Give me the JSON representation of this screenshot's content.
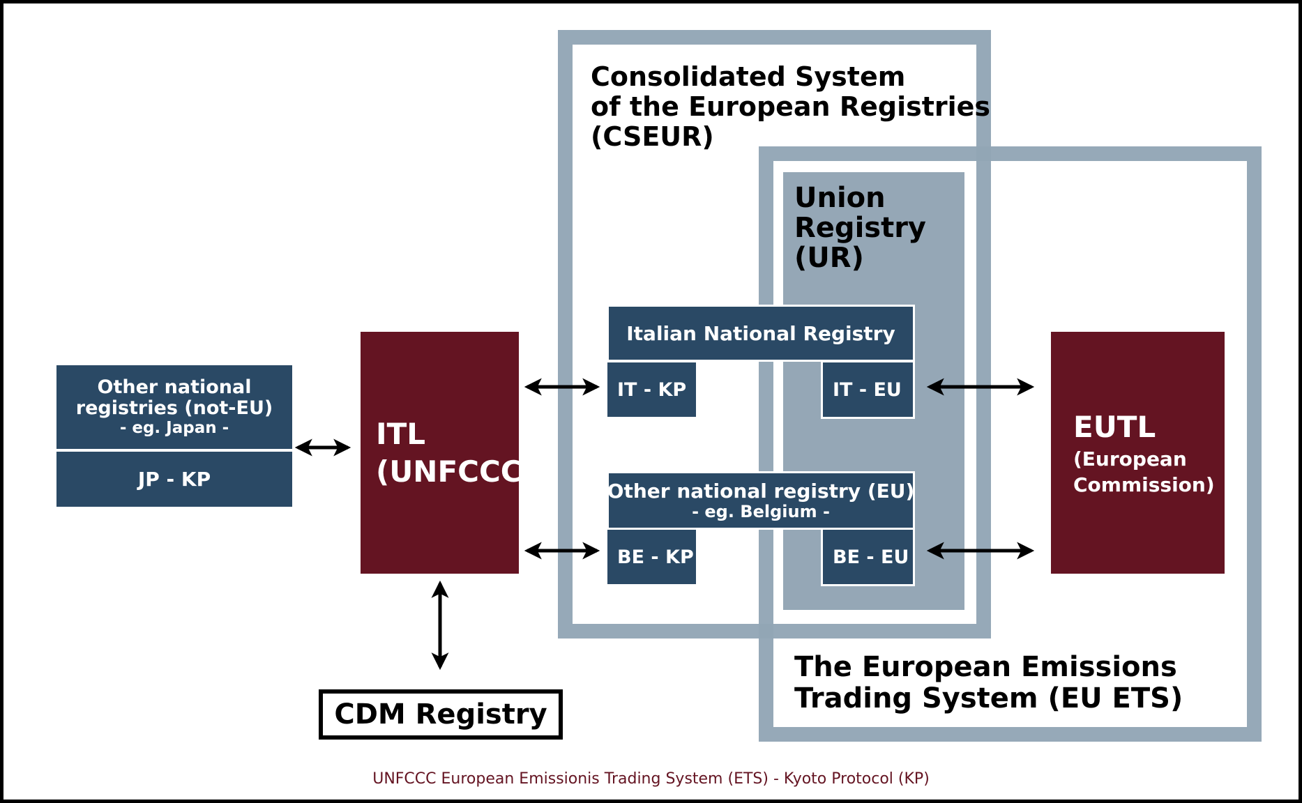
{
  "cseur": {
    "title_lines": [
      "Consolidated System",
      "of the European Registries",
      "(CSEUR)"
    ]
  },
  "eu_ets": {
    "title_lines": [
      "The European Emissions",
      "Trading System (EU ETS)"
    ]
  },
  "union_registry": {
    "title_lines": [
      "Union",
      "Registry",
      "(UR)"
    ]
  },
  "other_national_non_eu": {
    "title_lines": [
      "Other national",
      "registries (not-EU)"
    ],
    "subtitle": "- eg. Japan -",
    "code": "JP - KP"
  },
  "itl": {
    "title_lines": [
      "ITL",
      "(UNFCCC)"
    ]
  },
  "italian_registry": {
    "title": "Italian National Registry",
    "kp_code": "IT - KP",
    "eu_code": "IT - EU"
  },
  "other_national_eu": {
    "title": "Other national registry (EU)",
    "subtitle": "- eg. Belgium -",
    "kp_code": "BE - KP",
    "eu_code": "BE - EU"
  },
  "eutl": {
    "title": "EUTL",
    "subtitle_lines": [
      "(European",
      "Commission)"
    ]
  },
  "cdm": {
    "title": "CDM Registry"
  },
  "caption": "UNFCCC European Emissionis Trading System (ETS) - Kyoto Protocol (KP)",
  "colors": {
    "frame": "#92a5b5",
    "union_registry": "#95a7b6",
    "registry_blue": "#2a4965",
    "institution_red": "#641422",
    "caption": "#641422"
  }
}
